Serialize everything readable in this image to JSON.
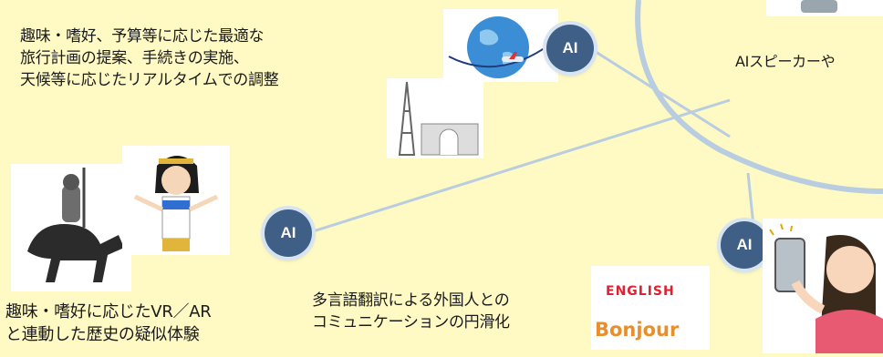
{
  "captions": {
    "travel": [
      "趣味・嗜好、予算等に応じた最適な",
      "旅行計画の提案、手続きの実施、",
      "天候等に応じたリアルタイムでの調整"
    ],
    "speaker": "AIスピーカーや",
    "vr": [
      "趣味・嗜好に応じたVR／AR",
      "と連動した歴史の疑似体験"
    ],
    "translate": [
      "多言語翻訳による外国人との",
      "コミュニケーションの円滑化"
    ]
  },
  "badge_label": "AI",
  "illustration_words": {
    "english": "ENGLISH",
    "bonjour": "Bonjour"
  },
  "colors": {
    "background": "#fff9c4",
    "badge": "#3f5f86",
    "connector": "#b9cde0"
  }
}
